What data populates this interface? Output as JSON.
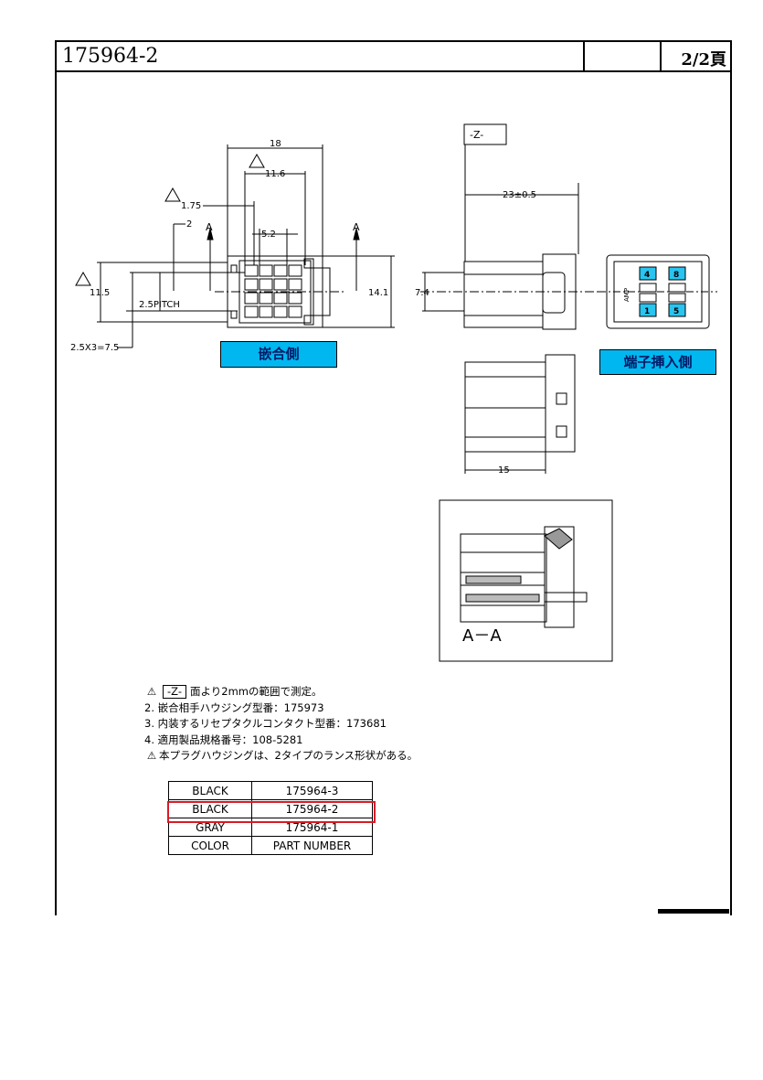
{
  "header": {
    "part_number": "175964-2",
    "page": "2/2頁"
  },
  "labels": {
    "mating_side": "嵌合側",
    "terminal_side": "端子挿入側",
    "section": "A－A",
    "datum": "-Z-",
    "amp_mark": "AMP",
    "view_marker_left": "A",
    "view_marker_right": "A",
    "cavity_numbers": [
      "4",
      "8",
      "1",
      "5"
    ]
  },
  "dimensions": {
    "d18": "18",
    "d11_6": "11.6",
    "d1_75": "1.75",
    "d2": "2",
    "d5_2": "5.2",
    "d11_5": "11.5",
    "d14_1": "14.1",
    "pitch": "2.5PITCH",
    "pitch_total": "2.5X3=7.5",
    "d23": "23±0.5",
    "d7_4": "7.4",
    "d15": "15"
  },
  "notes": {
    "n1_datum": "-Z-",
    "n1_text": "面より2mmの範囲で測定。",
    "n2": "2. 嵌合相手ハウジング型番：175973",
    "n3": "3. 内装するリセプタクルコンタクト型番：173681",
    "n4": "4. 適用製品規格番号：108-5281",
    "n5": "本プラグハウジングは、2タイプのランス形状がある。"
  },
  "parts_table": {
    "rows": [
      {
        "color": "BLACK",
        "part": "175964-3"
      },
      {
        "color": "BLACK",
        "part": "175964-2"
      },
      {
        "color": "GRAY",
        "part": "175964-1"
      }
    ],
    "header": {
      "color": "COLOR",
      "part": "PART NUMBER"
    }
  },
  "colors": {
    "label_fill": "#00b7f0",
    "highlight": "#d81b28"
  }
}
